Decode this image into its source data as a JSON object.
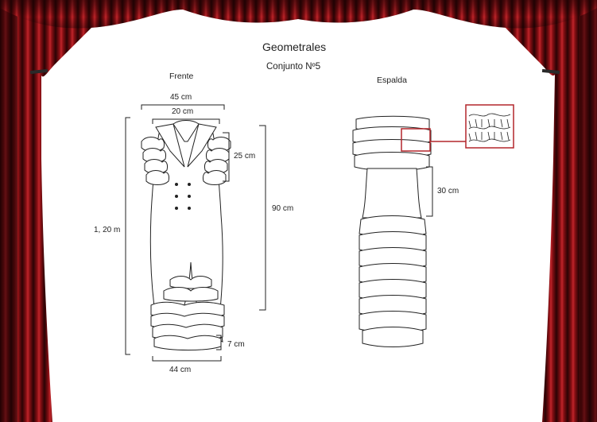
{
  "header": {
    "title": "Geometrales",
    "subtitle": "Conjunto Nº5"
  },
  "front": {
    "label": "Frente",
    "dimensions": {
      "top_width": "45 cm",
      "collar_width": "20 cm",
      "total_height": "1, 20 m",
      "ruffle_height": "25 cm",
      "body_height": "90 cm",
      "hem_ruffle": "7 cm",
      "hem_width": "44 cm"
    }
  },
  "back": {
    "label": "Espalda",
    "dimensions": {
      "waist_height": "30 cm"
    }
  },
  "colors": {
    "curtain_dark": "#2a0304",
    "curtain_red": "#8a0f14",
    "curtain_highlight": "#c0262b",
    "detail_box": "#b3262b",
    "line": "#222222"
  }
}
